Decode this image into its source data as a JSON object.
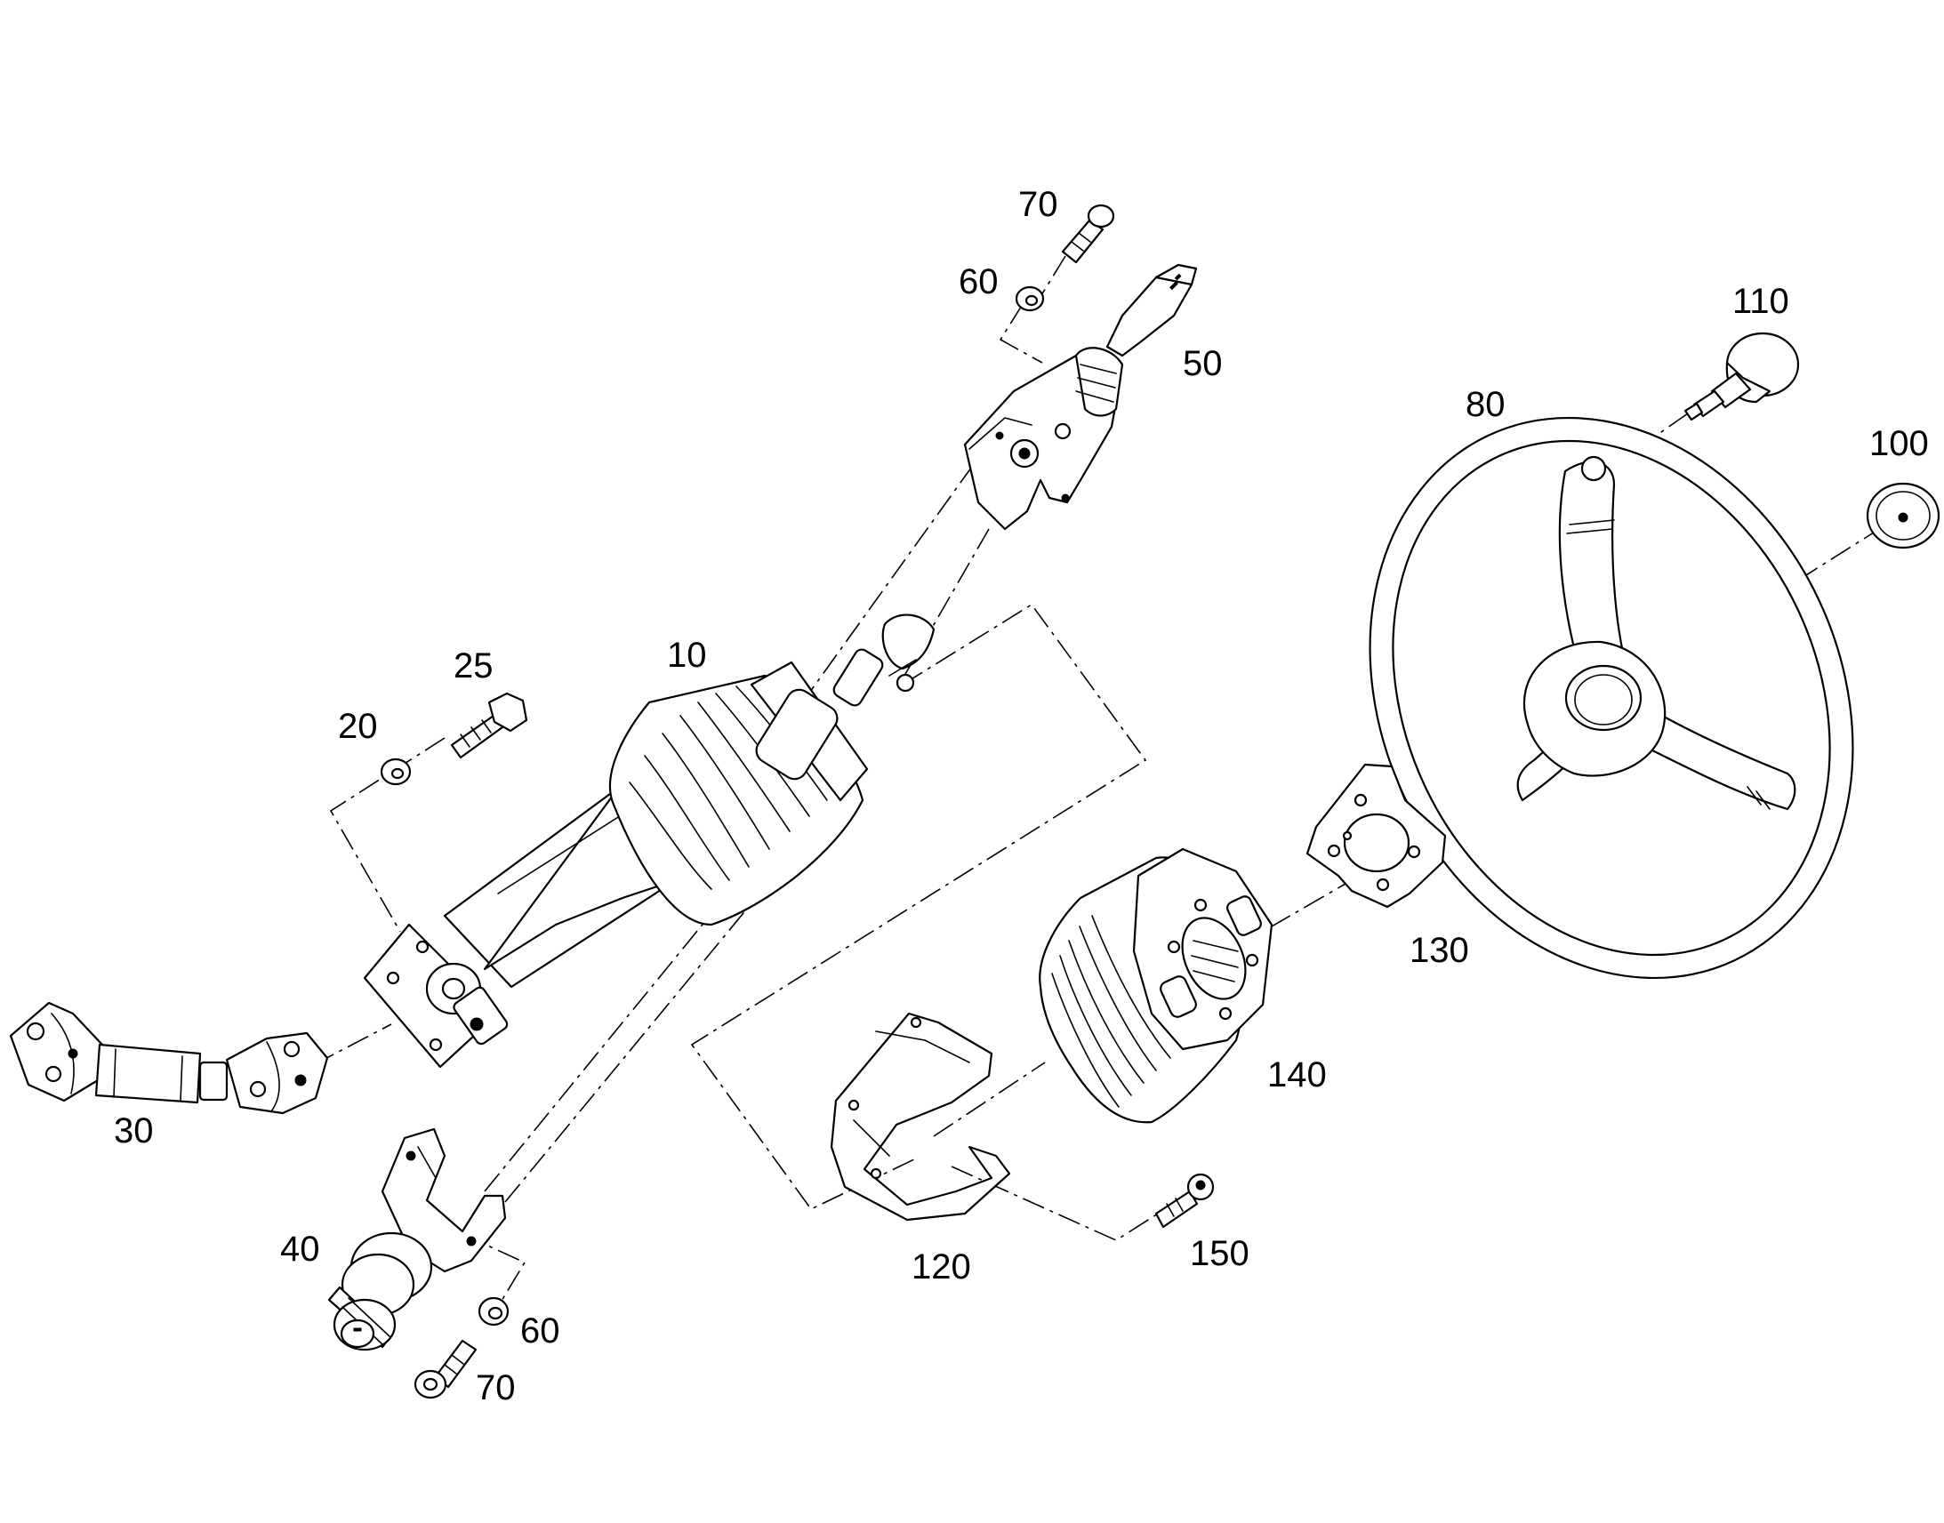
{
  "colors": {
    "line": "#000000",
    "background": "#ffffff",
    "shade": "#d9d9d9"
  },
  "callouts": {
    "p10": "10",
    "p20": "20",
    "p25": "25",
    "p30": "30",
    "p40": "40",
    "p50": "50",
    "p60_top": "60",
    "p60_bottom": "60",
    "p70_top": "70",
    "p70_bottom": "70",
    "p80": "80",
    "p100": "100",
    "p110": "110",
    "p120": "120",
    "p130": "130",
    "p140": "140",
    "p150": "150"
  }
}
